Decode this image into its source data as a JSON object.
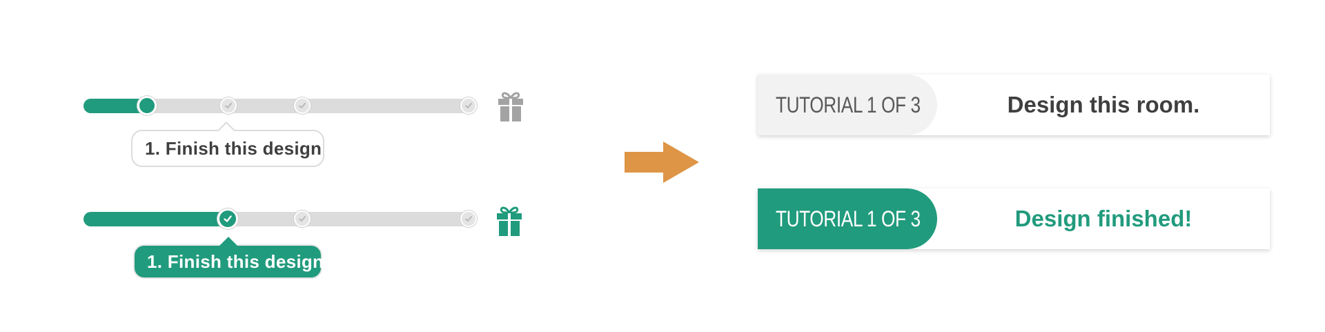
{
  "colors": {
    "accent": "#219b7d",
    "track": "#dcdcdc",
    "inactive_icon": "#a3a3a3",
    "arrow": "#de9545",
    "text_dark": "#3f3f3f"
  },
  "progress_before": {
    "progress_fraction": 0.16,
    "tooltip": "1. Finish this design",
    "gift_state": "locked"
  },
  "progress_after": {
    "progress_fraction": 0.37,
    "tooltip": "1. Finish this design",
    "gift_state": "unlocked"
  },
  "icons": {
    "milestone": "check-icon",
    "reward": "gift-icon",
    "transition": "arrow-right-icon"
  },
  "banner_before": {
    "badge": "TUTORIAL 1 OF 3",
    "message": "Design this room."
  },
  "banner_after": {
    "badge": "TUTORIAL 1 OF 3",
    "message": "Design finished!"
  }
}
